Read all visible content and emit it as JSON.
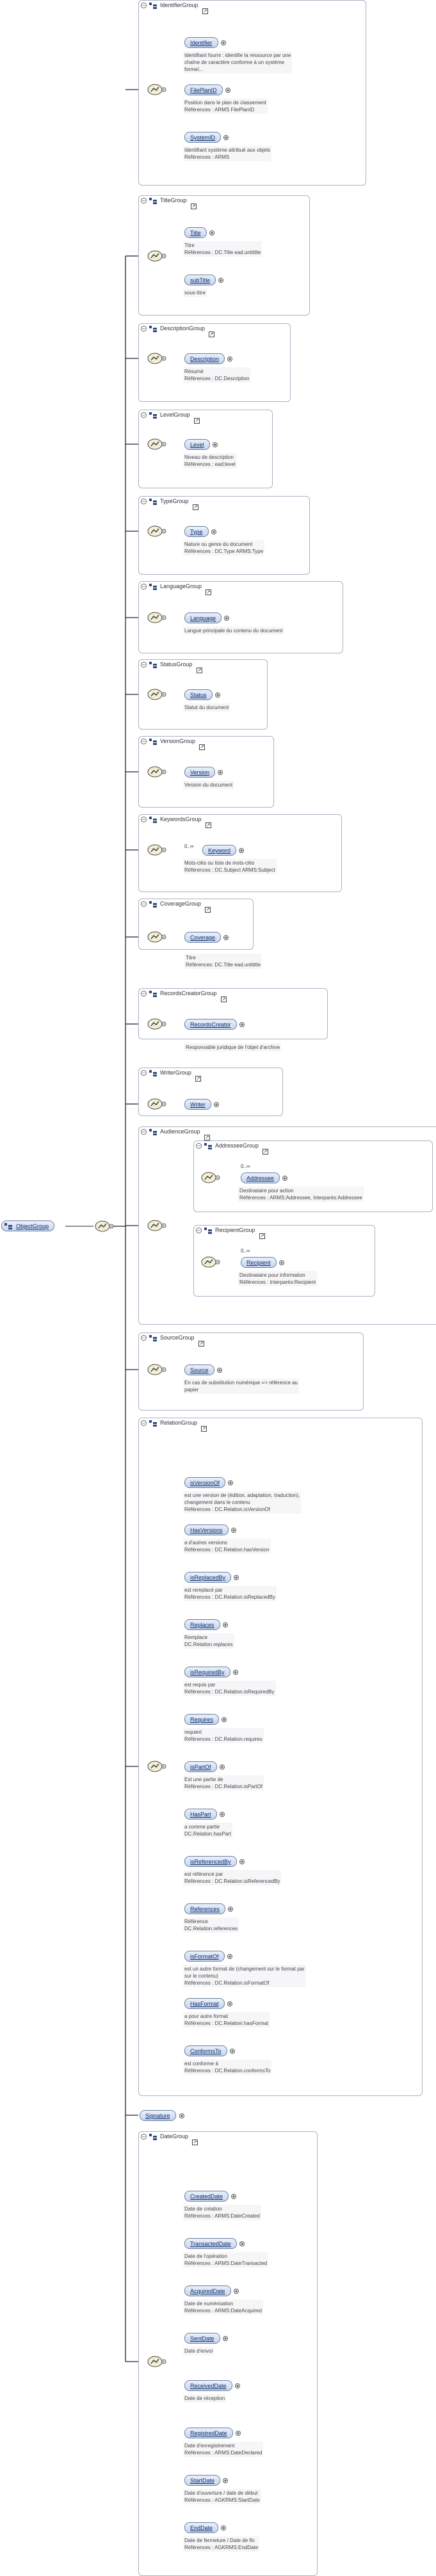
{
  "root": {
    "label": "ObjectGroup"
  },
  "groups": [
    {
      "id": "identifier",
      "title": "IdentifierGroup",
      "elements": [
        {
          "label": "Identifier",
          "desc": "Identifiant fourni : identifie la ressource par une\nchaîne de caractère conforme à un système\nformel..."
        },
        {
          "label": "FilePlanID",
          "desc": "Position dans le plan de classement\nRéférences : ARMS FilePlanID"
        },
        {
          "label": "SystemID",
          "desc": "Identifiant système attribué aux objets\nRéférences : ARMS"
        }
      ]
    },
    {
      "id": "title",
      "title": "TitleGroup",
      "elements": [
        {
          "label": "Title",
          "desc": "Titre\nRéférences : DC.Title ead.unittitle"
        },
        {
          "label": "subTitle",
          "desc": "sous-titre"
        }
      ]
    },
    {
      "id": "description",
      "title": "DescriptionGroup",
      "elements": [
        {
          "label": "Description",
          "desc": "Résumé\nRéférences : DC.Description"
        }
      ]
    },
    {
      "id": "level",
      "title": "LevelGroup",
      "elements": [
        {
          "label": "Level",
          "desc": "Niveau de description\nRéférences : ead:level"
        }
      ]
    },
    {
      "id": "type",
      "title": "TypeGroup",
      "elements": [
        {
          "label": "Type",
          "desc": "Nature ou genre du document\nRéférences : DC.Type ARMS:Type"
        }
      ]
    },
    {
      "id": "language",
      "title": "LanguageGroup",
      "elements": [
        {
          "label": "Language",
          "desc": "Langue principale du contenu du document"
        }
      ]
    },
    {
      "id": "status",
      "title": "StatusGroup",
      "elements": [
        {
          "label": "Status",
          "desc": "Statut du document"
        }
      ]
    },
    {
      "id": "version",
      "title": "VersionGroup",
      "elements": [
        {
          "label": "Version",
          "desc": "Version du document"
        }
      ]
    },
    {
      "id": "keyword",
      "title": "KeywordsGroup",
      "elements": [
        {
          "label": "Keyword",
          "multi": "0..∞",
          "desc": "Mots-clés ou liste de mots-clés\nRéférences : DC.Subject ARMS:Subject"
        }
      ]
    },
    {
      "id": "coverage",
      "title": "CoverageGroup",
      "outer_desc": "Titre\nRéférences: DC.Title ead.unittitle",
      "elements": [
        {
          "label": "Coverage",
          "desc": ""
        }
      ]
    },
    {
      "id": "recordscreator",
      "title": "RecordsCreatorGroup",
      "outer_desc": "Responsable juridique de l'objet d'archive",
      "elements": [
        {
          "label": "RecordsCreator",
          "desc": ""
        }
      ]
    },
    {
      "id": "writer",
      "title": "WriterGroup",
      "elements": [
        {
          "label": "Writer",
          "desc": ""
        }
      ]
    },
    {
      "id": "audience",
      "title": "AudienceGroup",
      "subgroups": [
        {
          "title": "AddresseeGroup",
          "multi": "0..∞",
          "label": "Addressee",
          "desc": "Destinataire pour action\nRéférences : ARMS:Addressee, Interparès:Addressee"
        },
        {
          "title": "RecipientGroup",
          "multi": "0..∞",
          "label": "Recipient",
          "desc": "Destinataire pour information\nRéférences : Interparès:Recipient"
        }
      ]
    },
    {
      "id": "source",
      "title": "SourceGroup",
      "elements": [
        {
          "label": "Source",
          "desc": "En cas de substitution numérique => référence au\npapier"
        }
      ]
    },
    {
      "id": "relation",
      "title": "RelationGroup",
      "elements": [
        {
          "label": "isVersionOf",
          "desc": "est une version de (édition, adaptation, traduction),\nchangement dans le contenu\nRéférences : DC.Relation.isVersionOf"
        },
        {
          "label": "HasVersions",
          "desc": "a d'autres versions\nRéférences : DC.Relation.hasVersion"
        },
        {
          "label": "isReplacedBy",
          "desc": "est remplacé par\nRéférences : DC.Relation.isReplacedBy"
        },
        {
          "label": "Replaces",
          "desc": "Remplace\nDC.Relation.replaces"
        },
        {
          "label": "isRequiredBy",
          "desc": "est requis par\nRéférences : DC.Relation.isRequiredBy"
        },
        {
          "label": "Requires",
          "desc": "requiert\nRéférences : DC.Relation.requires"
        },
        {
          "label": "isPartOf",
          "desc": "Est une partie de\nRéférences : DC.Relation.isPartOf"
        },
        {
          "label": "HasPart",
          "desc": "a comme partie\nDC.Relation.hasPart"
        },
        {
          "label": "isReferencedBy",
          "desc": "est référencé par\nRéférences : DC.Relation.isReferencedBy"
        },
        {
          "label": "References",
          "desc": "Référence\nDC.Relation.references"
        },
        {
          "label": "isFormatOf",
          "desc": "est un autre format de (changement sur le format par\nsur le contenu)\nRéférences : DC.Relation.isFormatOf"
        },
        {
          "label": "HasFormat",
          "desc": "a pour autre format\nRéférences : DC.Relation.hasFormat"
        },
        {
          "label": "ConformsTo",
          "desc": "est conforme à\nRéférences : DC.Relation.conformsTo"
        }
      ]
    },
    {
      "id": "signature",
      "title": "",
      "standalone": "Signature"
    },
    {
      "id": "date",
      "title": "DateGroup",
      "elements": [
        {
          "label": "CreatedDate",
          "desc": "Date de création\nRéférences : ARMS:DateCreated"
        },
        {
          "label": "TransactedDate",
          "desc": "Date de l'opération\nRéférences : ARMS:DateTransacted"
        },
        {
          "label": "AcquiredDate",
          "desc": "Date de numérisation\nRéférences : ARMS:DateAcquired"
        },
        {
          "label": "SentDate",
          "desc": "Date d'envoi"
        },
        {
          "label": "ReceivedDate",
          "desc": "Date de réception"
        },
        {
          "label": "RegistredDate",
          "desc": "Date d'enregistrement\nRéférences : ARMS:DateDeclared"
        },
        {
          "label": "StartDate",
          "desc": "Date d'ouverture / date de début\nRéférences : AGKRMS:StartDate"
        },
        {
          "label": "EndDate",
          "desc": "Date de fermeture / Date de fin\nRéférences : AGKRMS:EndDate"
        }
      ]
    }
  ]
}
